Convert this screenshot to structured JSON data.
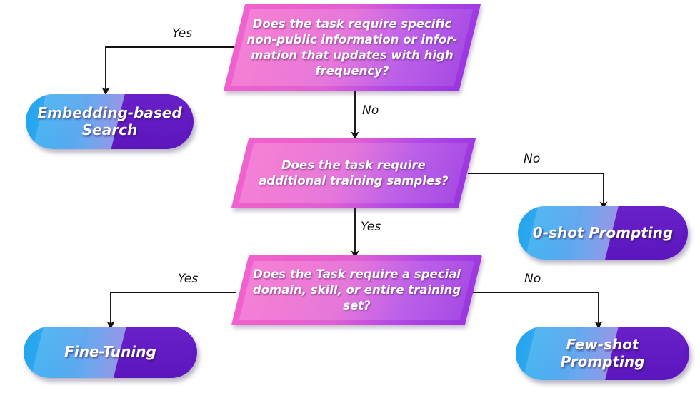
{
  "diagram": {
    "type": "flowchart",
    "background_color": "#ffffff",
    "palette": {
      "decision_pink": "#ee5fcb",
      "decision_purple": "#9a35e0",
      "pill_blue": "#1fa5ee",
      "pill_light_purple": "#b9a0e4",
      "pill_dark_purple": "#5c17bd",
      "connector_black": "#0d0d0d",
      "label_text": "#0d0d0d",
      "node_text": "#ffffff"
    },
    "decisions": [
      {
        "id": "d1",
        "text": "Does the task require specific non-public information or infor-mation that updates with high frequency?"
      },
      {
        "id": "d2",
        "text": "Does the task require additional training samples?"
      },
      {
        "id": "d3",
        "text": "Does the Task require a special domain, skill, or entire training set?"
      }
    ],
    "terminals": [
      {
        "id": "t1",
        "text": "Embedding-based Search"
      },
      {
        "id": "t2",
        "text": "0-shot Prompting"
      },
      {
        "id": "t3",
        "text": "Fine-Tuning"
      },
      {
        "id": "t4",
        "text": "Few-shot Prompting"
      }
    ],
    "edges": [
      {
        "id": "e1",
        "from": "d1",
        "to": "t1",
        "label": "Yes"
      },
      {
        "id": "e2",
        "from": "d1",
        "to": "d2",
        "label": "No"
      },
      {
        "id": "e3",
        "from": "d2",
        "to": "t2",
        "label": "No"
      },
      {
        "id": "e4",
        "from": "d2",
        "to": "d3",
        "label": "Yes"
      },
      {
        "id": "e5",
        "from": "d3",
        "to": "t3",
        "label": "Yes"
      },
      {
        "id": "e6",
        "from": "d3",
        "to": "t4",
        "label": "No"
      }
    ]
  }
}
